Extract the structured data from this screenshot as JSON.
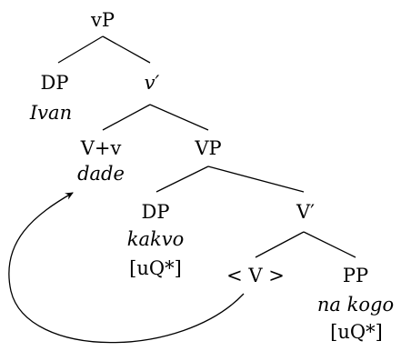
{
  "tree": {
    "vP": {
      "label": "vP"
    },
    "DP1": {
      "label": "DP",
      "word": "Ivan"
    },
    "vbar": {
      "label": "v′"
    },
    "Vv": {
      "label": "V+v",
      "word": "dade"
    },
    "VP": {
      "label": "VP"
    },
    "DP2": {
      "label": "DP",
      "word": "kakvo",
      "feature": "[uQ*]"
    },
    "Vbar": {
      "label": "V′"
    },
    "Vtrace": {
      "label": "< V >"
    },
    "PP": {
      "label": "PP",
      "word": "na kogo",
      "feature": "[uQ*]"
    }
  },
  "colors": {
    "ink": "#000000",
    "background": "#ffffff"
  }
}
